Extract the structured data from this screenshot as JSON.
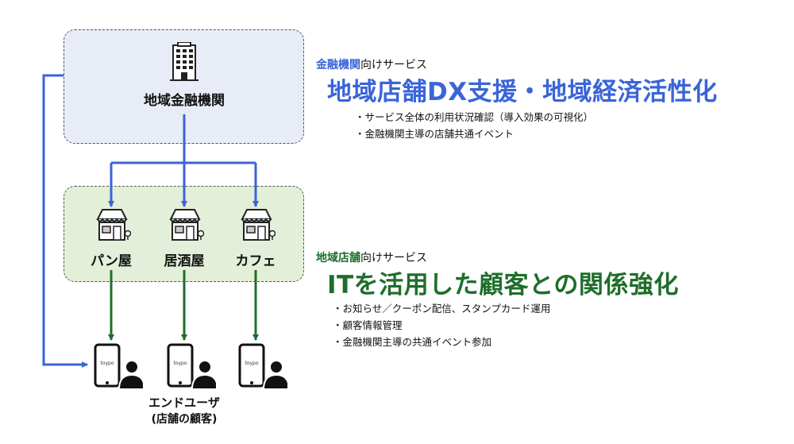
{
  "bank_node": {
    "label": "地域金融機関",
    "icon": "office-building-icon"
  },
  "shops": [
    {
      "label": "パン屋",
      "icon": "storefront-icon"
    },
    {
      "label": "居酒屋",
      "icon": "storefront-icon"
    },
    {
      "label": "カフェ",
      "icon": "storefront-icon"
    }
  ],
  "end_users": {
    "label_line1": "エンドユーザ",
    "label_line2": "(店舗の顧客)",
    "phone_brand": "toypo",
    "icon": "smartphone-user-icon"
  },
  "bank_service": {
    "highlight": "金融機関",
    "suffix": "向けサービス",
    "headline": "地域店舗DX支援・地域経済活性化",
    "bullets": [
      "・サービス全体の利用状況確認（導入効果の可視化）",
      "・金融機関主導の店舗共通イベント"
    ]
  },
  "shop_service": {
    "highlight": "地域店舗",
    "suffix": "向けサービス",
    "headline": "ITを活用した顧客との関係強化",
    "bullets": [
      "・お知らせ／クーポン配信、スタンプカード運用",
      "・顧客情報管理",
      "・金融機関主導の共通イベント参加"
    ]
  },
  "colors": {
    "blue": "#3a64d8",
    "green": "#1e6e2a",
    "bank_box_fill": "#e8ecf7",
    "shop_box_fill": "#e3efd8"
  }
}
